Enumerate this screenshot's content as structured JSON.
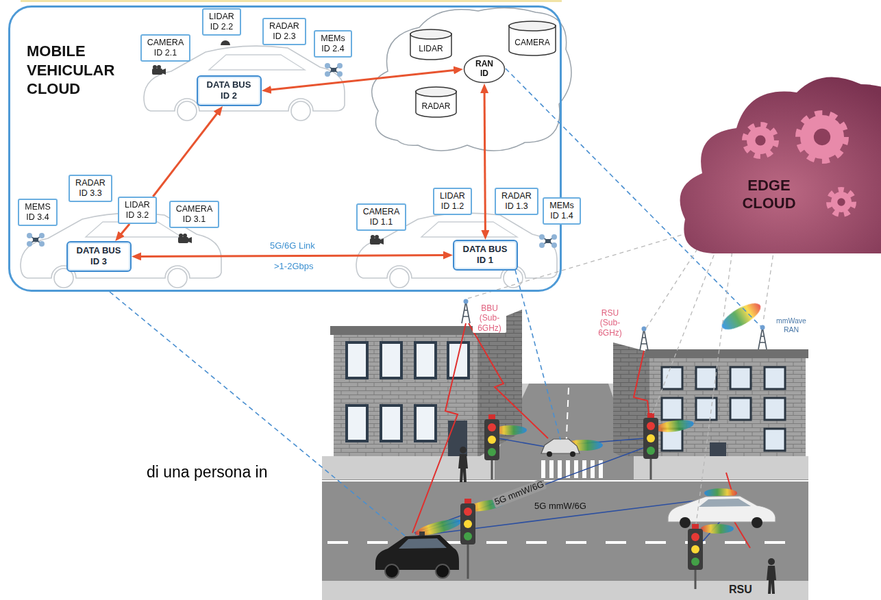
{
  "diagram": {
    "nodes": [
      {
        "text": [
          "MOBILE VEHICULAR CLOUD"
        ]
      },
      {
        "text": [
          "CAMERA ID 2.1"
        ],
        "in": 0
      },
      {
        "text": [
          "LIDAR ID 2.2"
        ],
        "in": 0
      },
      {
        "text": [
          "RADAR ID 2.3"
        ],
        "in": 0
      },
      {
        "text": [
          "MEMs ID 2.4"
        ],
        "in": 0
      },
      {
        "text": [
          "DATA BUS ID 2"
        ],
        "in": 0
      },
      {
        "text": [
          "LIDAR"
        ],
        "in": 0
      },
      {
        "text": [
          "CAMERA"
        ],
        "in": 0
      },
      {
        "text": [
          "RAN ID"
        ],
        "in": 0
      },
      {
        "text": [
          "RADAR"
        ],
        "in": 0
      },
      {
        "text": [
          "RADAR ID 3.3"
        ],
        "in": 0
      },
      {
        "text": [
          "LIDAR ID 3.2"
        ],
        "in": 0
      },
      {
        "text": [
          "CAMERA ID 3.1"
        ],
        "in": 0
      },
      {
        "text": [
          "MEMS ID 3.4"
        ],
        "in": 0
      },
      {
        "text": [
          "DATA BUS ID 3"
        ],
        "in": 0
      },
      {
        "text": [
          "LIDAR ID 1.2"
        ],
        "in": 0
      },
      {
        "text": [
          "RADAR ID 1.3"
        ],
        "in": 0
      },
      {
        "text": [
          "CAMERA ID 1.1"
        ],
        "in": 0
      },
      {
        "text": [
          "MEMs ID 1.4"
        ],
        "in": 0
      },
      {
        "text": [
          "DATA BUS ID 1"
        ],
        "in": 0
      },
      {
        "text": [
          "EDGE CLOUD"
        ]
      }
    ],
    "edges": [
      {
        "from": 5,
        "to": 8,
        "arrow": "both"
      },
      {
        "from": 8,
        "to": 19,
        "arrow": "both"
      },
      {
        "from": 14,
        "to": 19,
        "label": "5G/6G Link",
        "arrow": "both"
      },
      {
        "from": 11,
        "to": 5,
        "arrow": "to"
      },
      {
        "from": 11,
        "to": 14,
        "arrow": "to"
      }
    ],
    "labels": [
      ">1-2Gbps",
      "BBU (Sub-6GHz)",
      "RSU (Sub-6GHz)",
      "mmWave RAN",
      "5G mmW/6G",
      "5G mmW/6G",
      "RSU",
      "di una persona in"
    ]
  }
}
